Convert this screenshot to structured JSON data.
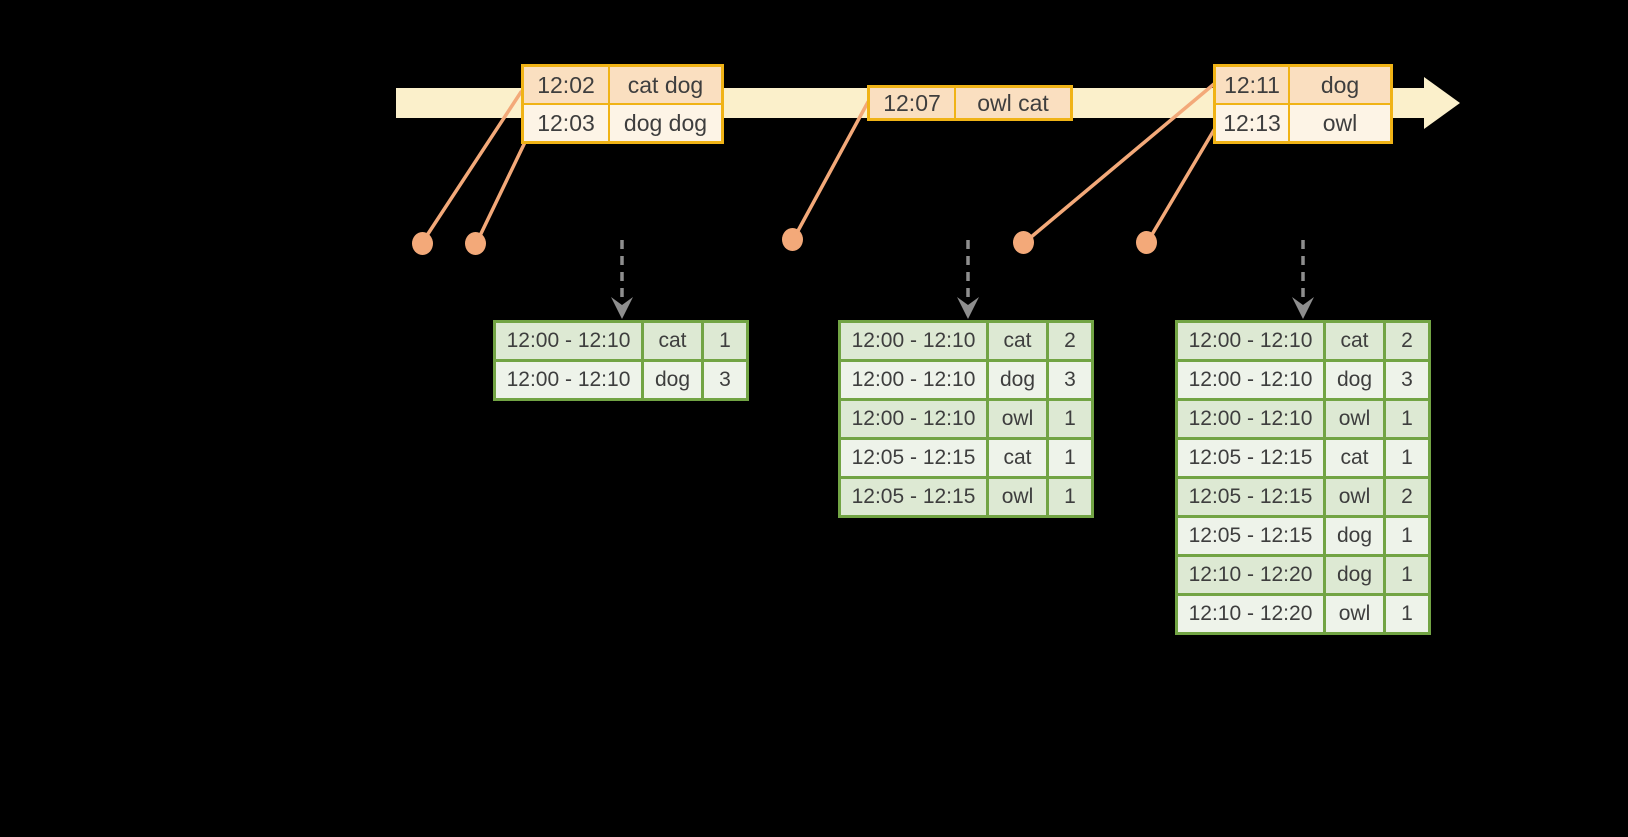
{
  "diagram": {
    "background_color": "#000000",
    "marker_dots": 5,
    "colors": {
      "timeline_band": "#FBF0CB",
      "event_table_border": "#F0B316",
      "event_row_dark": "#FADFC0",
      "event_row_light": "#FDF4E6",
      "marker_and_line": "#F3A979",
      "trigger_arrow": "#8E8E8E",
      "result_table_border": "#72A444",
      "result_row_dark": "#DDE9D3",
      "result_row_light": "#EEF3EA",
      "text": "#3E3E3E"
    }
  },
  "event_tables": [
    {
      "rows": [
        {
          "time": "12:02",
          "words": "cat dog"
        },
        {
          "time": "12:03",
          "words": "dog dog"
        }
      ]
    },
    {
      "rows": [
        {
          "time": "12:07",
          "words": "owl cat"
        }
      ]
    },
    {
      "rows": [
        {
          "time": "12:11",
          "words": "dog"
        },
        {
          "time": "12:13",
          "words": "owl"
        }
      ]
    }
  ],
  "result_tables": [
    {
      "rows": [
        {
          "window": "12:00 - 12:10",
          "word": "cat",
          "count": "1"
        },
        {
          "window": "12:00 - 12:10",
          "word": "dog",
          "count": "3"
        }
      ]
    },
    {
      "rows": [
        {
          "window": "12:00 - 12:10",
          "word": "cat",
          "count": "2"
        },
        {
          "window": "12:00 - 12:10",
          "word": "dog",
          "count": "3"
        },
        {
          "window": "12:00 - 12:10",
          "word": "owl",
          "count": "1"
        },
        {
          "window": "12:05 - 12:15",
          "word": "cat",
          "count": "1"
        },
        {
          "window": "12:05 - 12:15",
          "word": "owl",
          "count": "1"
        }
      ]
    },
    {
      "rows": [
        {
          "window": "12:00 - 12:10",
          "word": "cat",
          "count": "2"
        },
        {
          "window": "12:00 - 12:10",
          "word": "dog",
          "count": "3"
        },
        {
          "window": "12:00 - 12:10",
          "word": "owl",
          "count": "1"
        },
        {
          "window": "12:05 - 12:15",
          "word": "cat",
          "count": "1"
        },
        {
          "window": "12:05 - 12:15",
          "word": "owl",
          "count": "2"
        },
        {
          "window": "12:05 - 12:15",
          "word": "dog",
          "count": "1"
        },
        {
          "window": "12:10 - 12:20",
          "word": "dog",
          "count": "1"
        },
        {
          "window": "12:10 - 12:20",
          "word": "owl",
          "count": "1"
        }
      ]
    }
  ]
}
